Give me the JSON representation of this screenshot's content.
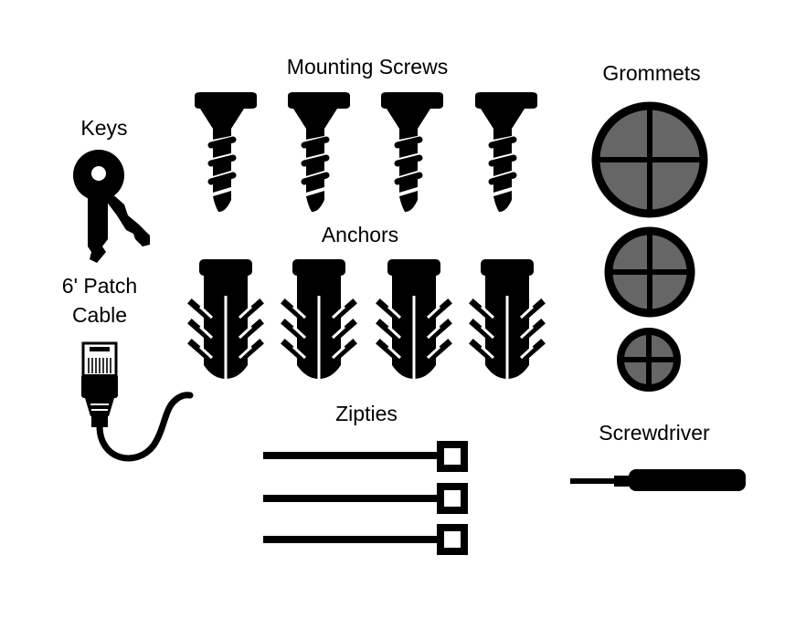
{
  "labels": {
    "mounting_screws": "Mounting Screws",
    "keys": "Keys",
    "grommets": "Grommets",
    "anchors": "Anchors",
    "patch_cable_line1": "6' Patch",
    "patch_cable_line2": "Cable",
    "zipties": "Zipties",
    "screwdriver": "Screwdriver"
  },
  "colors": {
    "ink": "#000000",
    "grommet_fill": "#666666",
    "background": "#ffffff"
  },
  "icons": {
    "screw": "screw-icon",
    "key": "key-icon",
    "grommet": "grommet-icon",
    "anchor": "wall-anchor-icon",
    "cable": "ethernet-cable-icon",
    "ziptie": "ziptie-icon",
    "screwdriver": "screwdriver-icon"
  }
}
